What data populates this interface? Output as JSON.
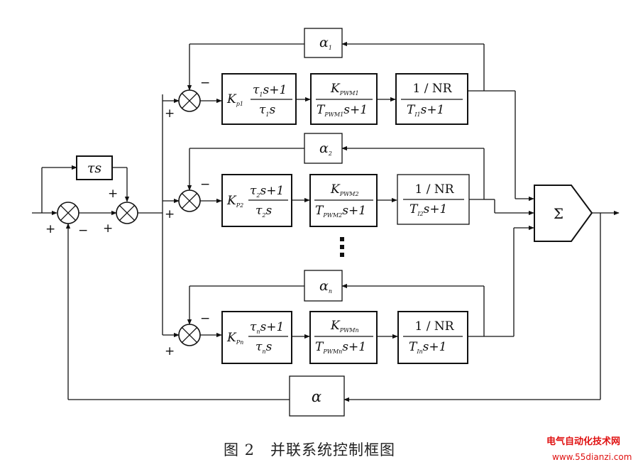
{
  "diagram": {
    "feedforward_block": "τs",
    "feedback_block": "α",
    "branches": [
      {
        "alpha": {
          "sym": "α",
          "sub": "1"
        },
        "pi": {
          "k": "K",
          "ksub": "p1",
          "num": "τ",
          "numsub": "1",
          "numrest": "s+1",
          "den": "τ",
          "densub": "1",
          "denrest": "s"
        },
        "pwm": {
          "num": "K",
          "numsub": "PWM1",
          "den": "T",
          "densub": "PWM1",
          "denrest": "s+1"
        },
        "plant": {
          "num": "1 / NR",
          "den": "T",
          "densub": "I1",
          "denrest": "s+1"
        }
      },
      {
        "alpha": {
          "sym": "α",
          "sub": "2"
        },
        "pi": {
          "k": "K",
          "ksub": "P2",
          "num": "τ",
          "numsub": "2",
          "numrest": "s+1",
          "den": "τ",
          "densub": "2",
          "denrest": "s"
        },
        "pwm": {
          "num": "K",
          "numsub": "PWM2",
          "den": "T",
          "densub": "PWM2",
          "denrest": "s+1"
        },
        "plant": {
          "num": "1 / NR",
          "den": "T",
          "densub": "I2",
          "denrest": "s+1"
        }
      },
      {
        "alpha": {
          "sym": "α",
          "sub": "n"
        },
        "pi": {
          "k": "K",
          "ksub": "Pn",
          "num": "τ",
          "numsub": "n",
          "numrest": "s+1",
          "den": "τ",
          "densub": "n",
          "denrest": "s"
        },
        "pwm": {
          "num": "K",
          "numsub": "PWMn",
          "den": "T",
          "densub": "PWMn",
          "denrest": "s+1"
        },
        "plant": {
          "num": "1 / NR",
          "den": "T",
          "densub": "In",
          "denrest": "s+1"
        }
      }
    ],
    "summer": "Σ",
    "signs": {
      "plus": "+",
      "minus": "−"
    }
  },
  "caption": "图 2　并联系统控制框图",
  "watermark": {
    "line1": "电气自动化技术网",
    "line2": "www.55dianzi.com"
  }
}
